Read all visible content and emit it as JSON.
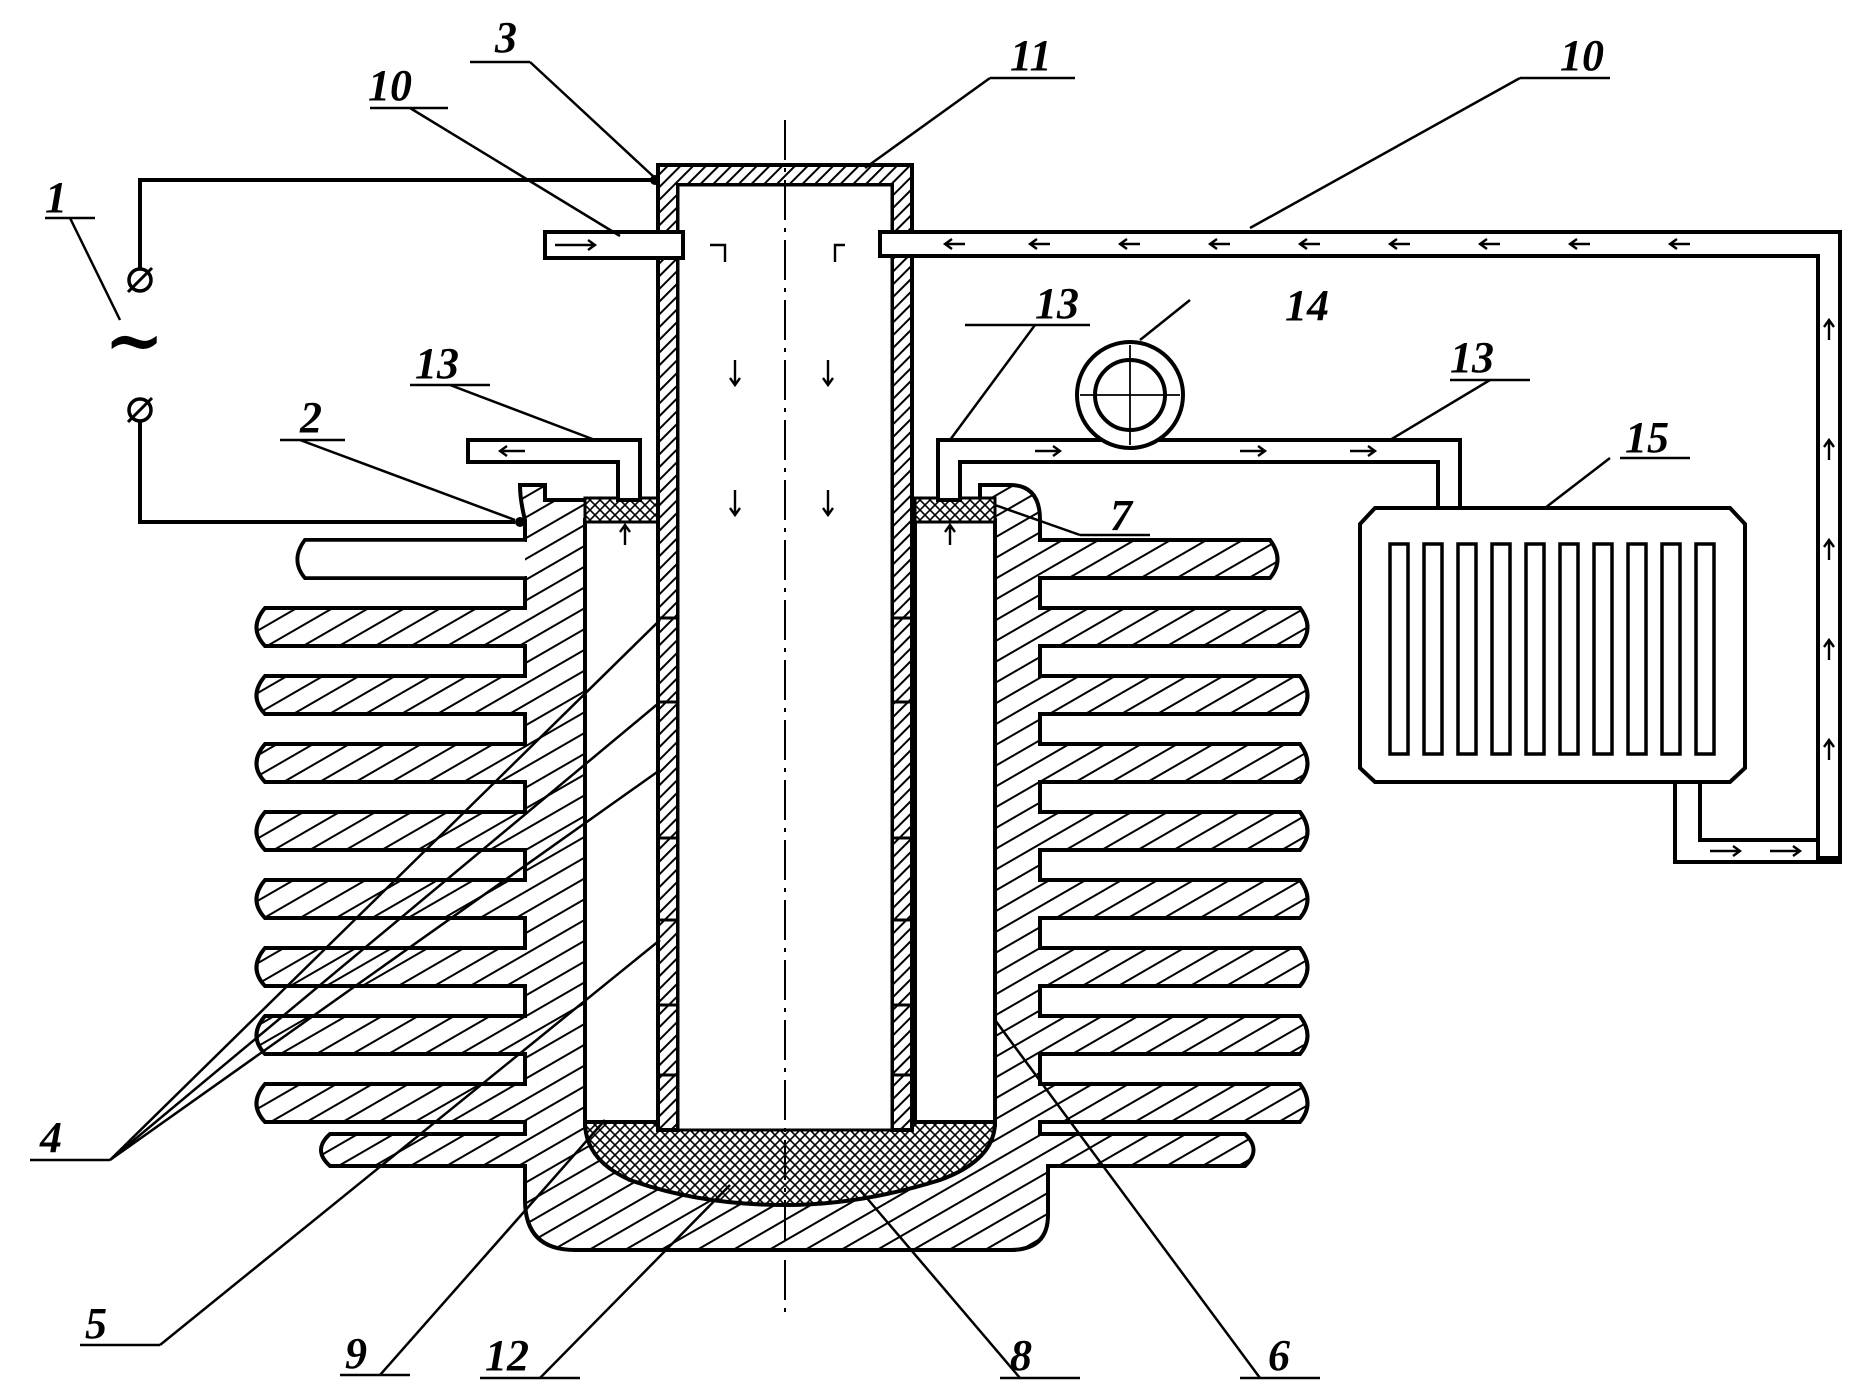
{
  "labels": {
    "l1": "1",
    "l2": "2",
    "l3": "3",
    "l4": "4",
    "l5": "5",
    "l6": "6",
    "l7": "7",
    "l8": "8",
    "l9": "9",
    "l10a": "10",
    "l10b": "10",
    "l11": "11",
    "l12": "12",
    "l13a": "13",
    "l13b": "13",
    "l13c": "13",
    "l14": "14",
    "l15": "15"
  },
  "symbols": {
    "ac": "~"
  }
}
